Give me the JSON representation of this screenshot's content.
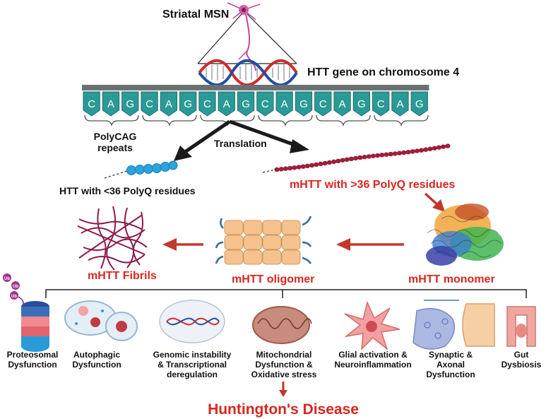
{
  "labels": {
    "neuron": "Striatal MSN",
    "gene": "HTT gene on chromosome 4",
    "codon_letters": [
      "C",
      "A",
      "G"
    ],
    "repeats_line1": "PolyCAG",
    "repeats_line2": "repeats",
    "translation": "Translation",
    "htt_normal": "HTT with <36 PolyQ residues",
    "htt_mutant": "mHTT with >36 PolyQ residues",
    "fibrils": "mHTT Fibrils",
    "oligomer": "mHTT oligomer",
    "monomer": "mHTT monomer",
    "disease": "Huntington's Disease",
    "ub": "Ub"
  },
  "consequences": [
    {
      "line1": "Proteosomal",
      "line2": "Dysfunction",
      "line3": ""
    },
    {
      "line1": "Autophagic",
      "line2": "Dysfunction",
      "line3": ""
    },
    {
      "line1": "Genomic  instability",
      "line2": "& Transcriptional",
      "line3": "deregulation"
    },
    {
      "line1": "Mitochondrial",
      "line2": "Dysfunction &",
      "line3": "Oxidative stress"
    },
    {
      "line1": "Glial activation &",
      "line2": "Neuroinflammation",
      "line3": ""
    },
    {
      "line1": "Synaptic &",
      "line2": "Axonal",
      "line3": "Dysfunction"
    },
    {
      "line1": "Gut",
      "line2": "Dysbiosis",
      "line3": ""
    }
  ],
  "colors": {
    "accent_red": "#d8261f",
    "tile_teal": "#2a9a96",
    "tile_dark": "#1e6f6c",
    "tile_top": "#6b7070",
    "beads_blue": "#2ba3dc",
    "beads_red": "#9c1f3a",
    "fibril": "#8c1a4c",
    "oligomer_fill": "#f6c38e",
    "oligomer_line": "#2f6f98"
  }
}
